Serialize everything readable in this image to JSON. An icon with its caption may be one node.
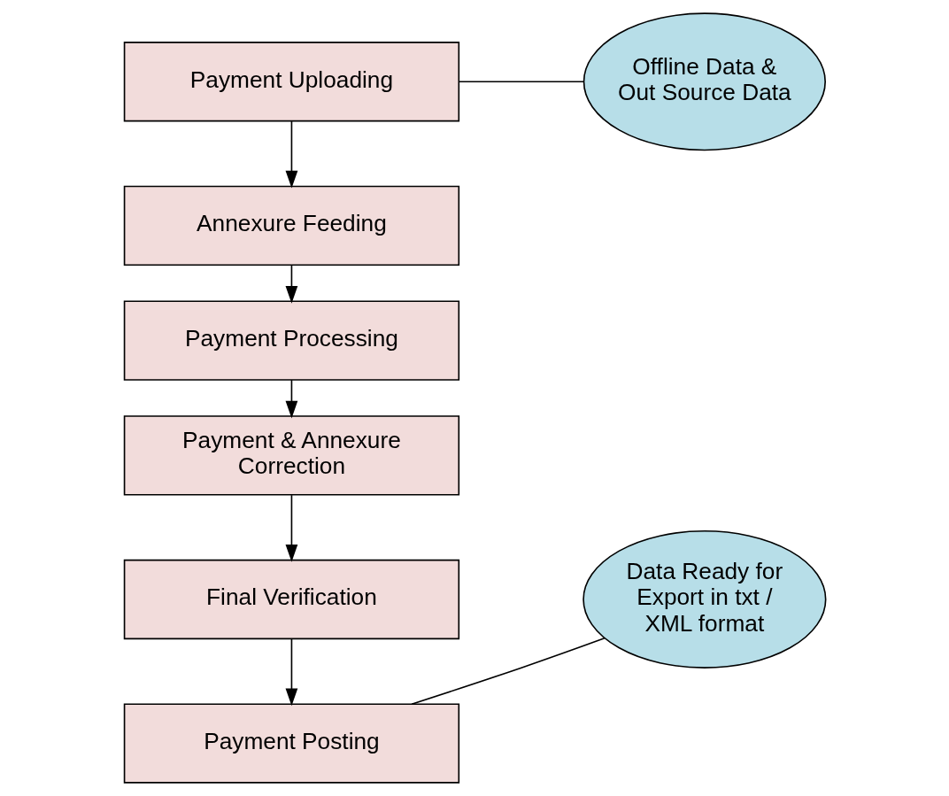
{
  "diagram": {
    "nodes": [
      {
        "text": [
          "Payment Uploading"
        ]
      },
      {
        "text": [
          "Annexure Feeding"
        ]
      },
      {
        "text": [
          "Payment Processing"
        ]
      },
      {
        "text": [
          "Payment & Annexure Correction"
        ]
      },
      {
        "text": [
          "Final Verification"
        ]
      },
      {
        "text": [
          "Payment Posting"
        ]
      },
      {
        "text": [
          "Offline Data & Out Source Data"
        ]
      },
      {
        "text": [
          "Data Ready for Export in txt / XML format"
        ]
      }
    ],
    "edges": [
      {
        "from": 0,
        "to": 1,
        "arrow": "to"
      },
      {
        "from": 1,
        "to": 2,
        "arrow": "to"
      },
      {
        "from": 2,
        "to": 3,
        "arrow": "to"
      },
      {
        "from": 3,
        "to": 4,
        "arrow": "to"
      },
      {
        "from": 4,
        "to": 5,
        "arrow": "to"
      },
      {
        "from": 6,
        "to": 0,
        "arrow": "none"
      },
      {
        "from": 7,
        "to": 5,
        "arrow": "none"
      }
    ]
  }
}
